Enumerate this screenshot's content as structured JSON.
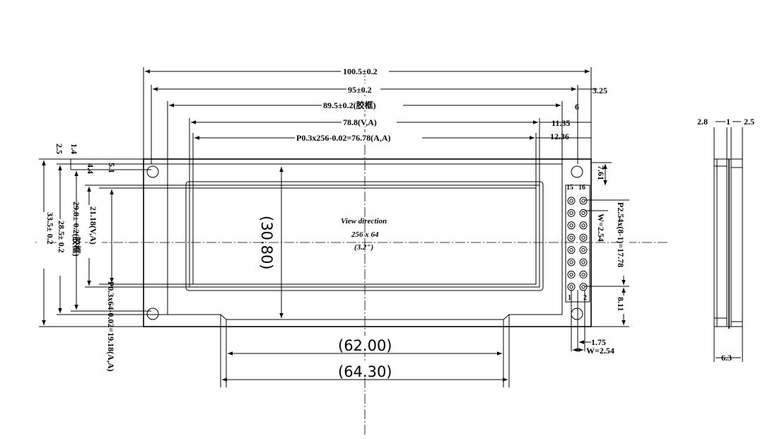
{
  "dims": {
    "overall_width": "100.5±0.2",
    "frame_width": "95±0.2",
    "bezel_width": "89.5±0.2(胶框)",
    "viewing_area_width": "78.8(V,A)",
    "active_area_width": "P0.3x256-0.02=76.78(A,A)",
    "right_offset_1": "3.25",
    "right_offset_2": "6",
    "right_offset_3": "11.35",
    "right_offset_4": "12.36",
    "left_top_1": "2.5",
    "left_top_2": "1.4",
    "left_top_3": "4.4",
    "left_top_4": "5.1",
    "overall_height": "33.5± 0.2",
    "bezel_height": "29.8± 0.2(胶框)",
    "frame_height": "28.5± 0.2",
    "viewing_area_height": "21.18(V,A)",
    "active_area_height": "P0.3x64-0.02=19.18(A,A)",
    "inner_height": "(30.80)",
    "bottom_width_1": "(62.00)",
    "bottom_width_2": "(64.30)",
    "pin_top_offset": "7.61",
    "pin_pitch": "W=2.54",
    "pin_span": "P2.54x(8-1)=17.78",
    "pin_bottom_offset": "8.11",
    "pin_edge": "1.75",
    "pin_row_width": "W=2.54"
  },
  "center_text": {
    "line1": "View direction",
    "line2": "256 x 64",
    "line3": "(3.2\")"
  },
  "pins": {
    "label_15": "15",
    "label_16": "16",
    "label_1": "1",
    "label_2": "2"
  },
  "side_view": {
    "dim_left": "2.8",
    "dim_mid": "1",
    "dim_right": "2.5",
    "dim_bottom": "6.3"
  }
}
